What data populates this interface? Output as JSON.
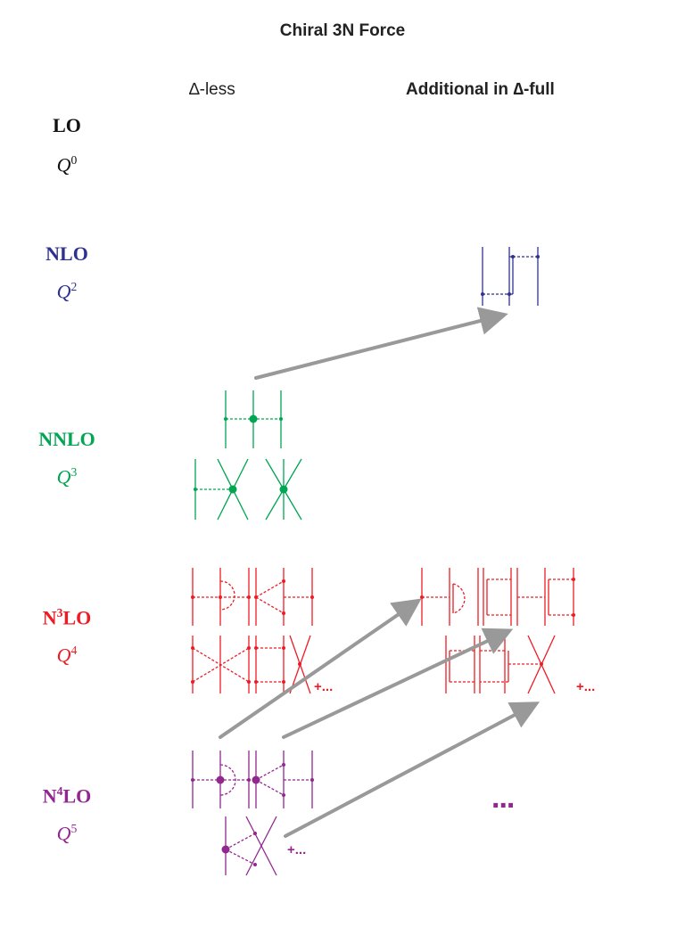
{
  "title": "Chiral 3N Force",
  "columns": {
    "delta_less": "∆-less",
    "delta_full": "Additional in  ∆-full"
  },
  "orders": {
    "lo": {
      "label": "LO",
      "power_base": "Q",
      "power_exp": "0",
      "color": "#111111"
    },
    "nlo": {
      "label": "NLO",
      "power_base": "Q",
      "power_exp": "2",
      "color": "#2e3192"
    },
    "nnlo": {
      "label": "NNLO",
      "power_base": "Q",
      "power_exp": "3",
      "color": "#00a651"
    },
    "n3lo": {
      "label_prefix": "N",
      "label_exp": "3",
      "label_suffix": "LO",
      "power_base": "Q",
      "power_exp": "4",
      "color": "#ed1c24"
    },
    "n4lo": {
      "label_prefix": "N",
      "label_exp": "4",
      "label_suffix": "LO",
      "power_base": "Q",
      "power_exp": "5",
      "color": "#92278f"
    }
  },
  "continuations": {
    "n3lo_less": "+...",
    "n3lo_full": "+...",
    "n4lo_less": "+...",
    "n4lo_full": "..."
  },
  "arrow_color": "#999999"
}
